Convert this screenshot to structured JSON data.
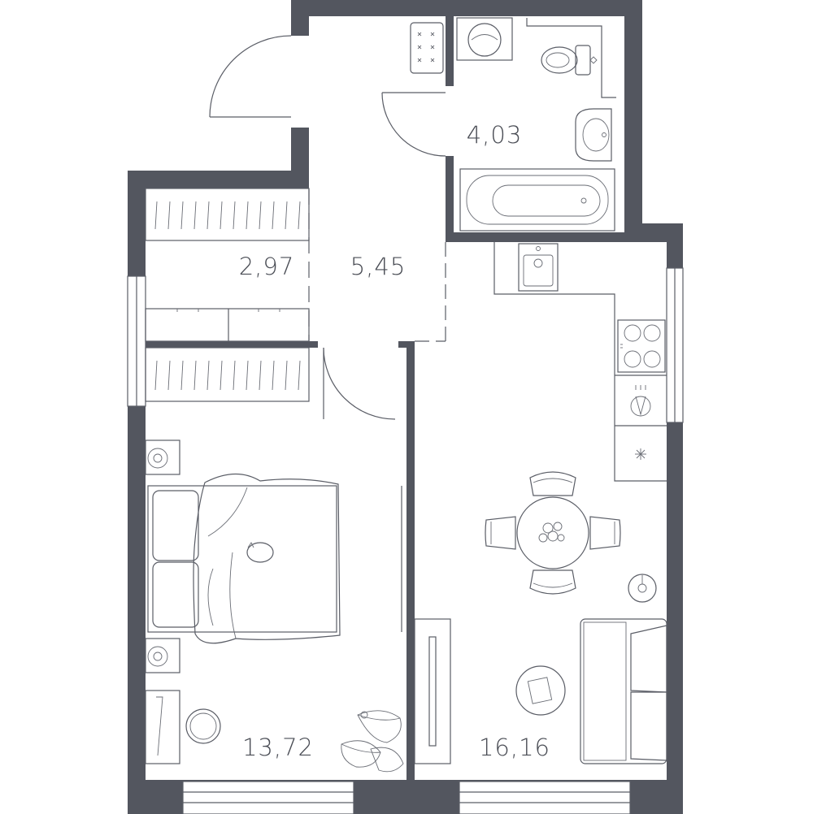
{
  "plan": {
    "wall_color": "#53565f",
    "line_color": "#5a5d66",
    "background": "#ffffff",
    "rooms": [
      {
        "id": "bathroom",
        "area": "4,03"
      },
      {
        "id": "wardrobe",
        "area": "2,97"
      },
      {
        "id": "hallway",
        "area": "5,45"
      },
      {
        "id": "bedroom",
        "area": "13,72"
      },
      {
        "id": "kitchen-living",
        "area": "16,16"
      }
    ]
  }
}
